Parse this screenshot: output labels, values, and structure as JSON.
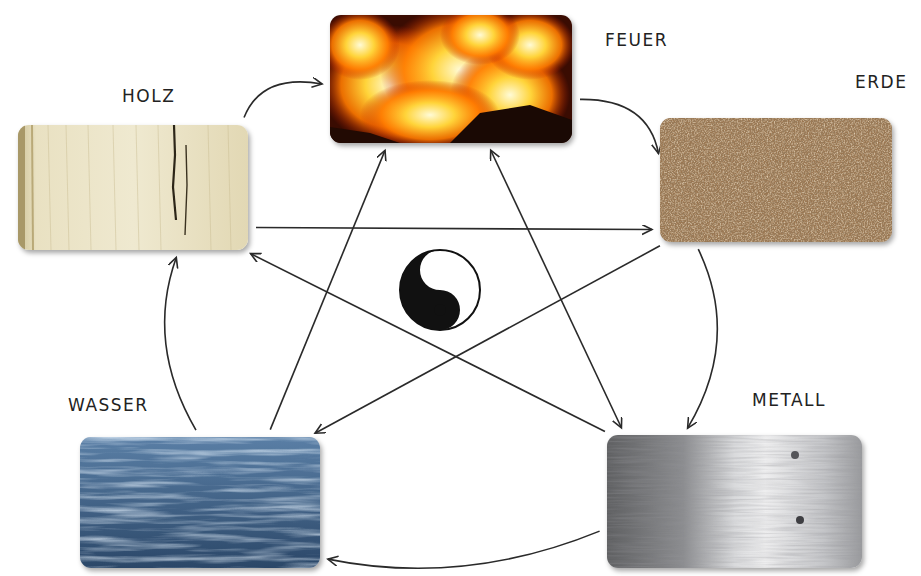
{
  "diagram": {
    "nodes": [
      {
        "text": [
          "HOLZ"
        ]
      },
      {
        "text": [
          "FEUER"
        ]
      },
      {
        "text": [
          "ERDE"
        ]
      },
      {
        "text": [
          "METALL"
        ]
      },
      {
        "text": [
          "WASSER"
        ]
      }
    ],
    "edges": [
      {
        "from": 0,
        "to": 1,
        "arrow": "to"
      },
      {
        "from": 1,
        "to": 2,
        "arrow": "to"
      },
      {
        "from": 2,
        "to": 3,
        "arrow": "to"
      },
      {
        "from": 3,
        "to": 4,
        "arrow": "to"
      },
      {
        "from": 4,
        "to": 0,
        "arrow": "to"
      },
      {
        "from": 0,
        "to": 2,
        "arrow": "to"
      },
      {
        "from": 2,
        "to": 4,
        "arrow": "to"
      },
      {
        "from": 4,
        "to": 1,
        "arrow": "to"
      },
      {
        "from": 1,
        "to": 3,
        "arrow": "both"
      },
      {
        "from": 3,
        "to": 0,
        "arrow": "to"
      }
    ]
  }
}
